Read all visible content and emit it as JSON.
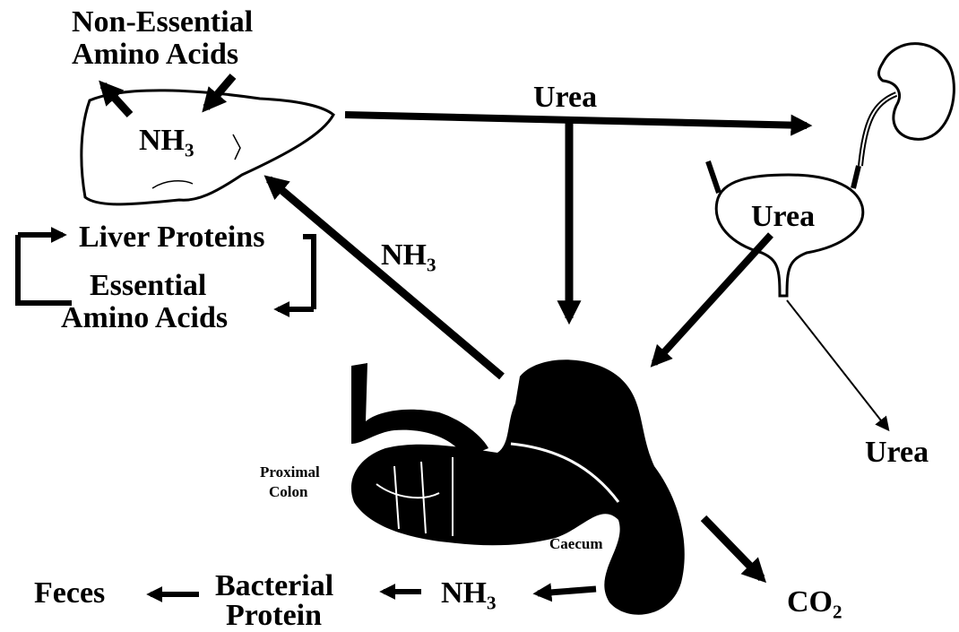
{
  "labels": {
    "non_essential_1": "Non-Essential",
    "non_essential_2": "Amino Acids",
    "liver_nh3": "NH",
    "liver_nh3_sub": "3",
    "liver_proteins": "Liver Proteins",
    "essential_1": "Essential",
    "essential_2": "Amino Acids",
    "urea_top": "Urea",
    "urea_bladder": "Urea",
    "urea_out": "Urea",
    "nh3_arrow": "NH",
    "nh3_arrow_sub": "3",
    "proximal_1": "Proximal",
    "proximal_2": "Colon",
    "caecum": "Caecum",
    "feces": "Feces",
    "bacterial_1": "Bacterial",
    "bacterial_2": "Protein",
    "nh3_bottom": "NH",
    "nh3_bottom_sub": "3",
    "co2": "CO",
    "co2_sub": "2"
  }
}
